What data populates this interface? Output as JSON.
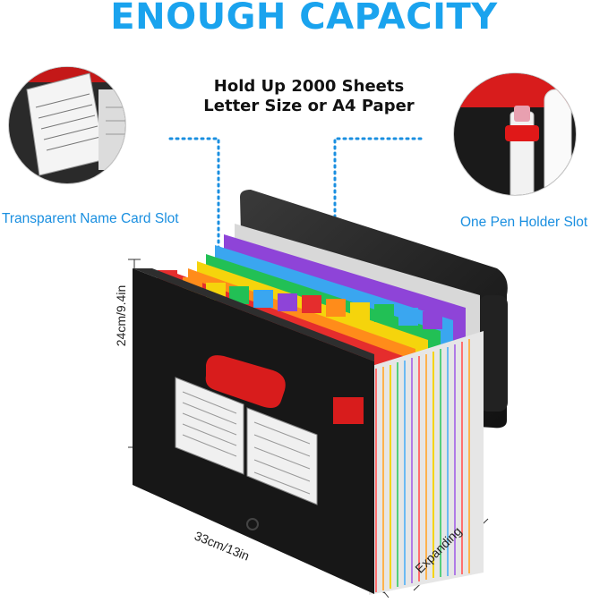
{
  "headline": "ENOUGH CAPACITY",
  "capacity": {
    "line1": "Hold Up 2000 Sheets",
    "line2": "Letter Size or A4 Paper"
  },
  "features": {
    "left": "Transparent Name Card Slot",
    "right": "One Pen Holder Slot"
  },
  "dimensions": {
    "height": "24cm/9.4in",
    "width": "33cm/13in",
    "depth": "Expanding"
  },
  "colors": {
    "accent": "#1aa3ee",
    "folder": "#161616",
    "red": "#e02020"
  }
}
